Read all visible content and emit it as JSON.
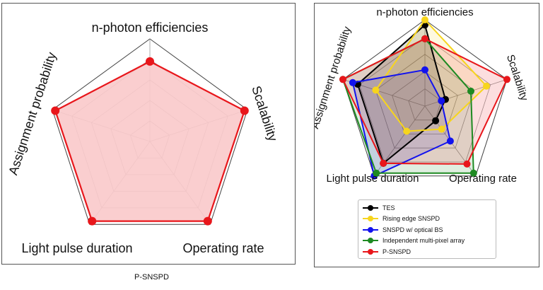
{
  "chart_data": [
    {
      "type": "radar",
      "axes": [
        "n-photon efficiencies",
        "Scalability",
        "Operating rate",
        "Light pulse duration",
        "Assignment probability"
      ],
      "levels": 5,
      "range": [
        0,
        1
      ],
      "grid": true,
      "series": [
        {
          "values": [
            0.78,
            0.97,
            0.96,
            0.96,
            0.97
          ],
          "color": "#e8161b",
          "fill": "#f9c9ca"
        }
      ]
    },
    {
      "type": "radar",
      "axes": [
        "n-photon efficiencies",
        "Scalability",
        "Operating rate",
        "Light pulse duration",
        "Assignment probability"
      ],
      "levels": 5,
      "range": [
        0,
        1
      ],
      "grid": true,
      "legend": "bottom-center",
      "series": [
        {
          "name": "TES",
          "values": [
            0.94,
            0.25,
            0.21,
            0.82,
            0.82
          ],
          "color": "#000000"
        },
        {
          "name": "Rising edge SNSPD",
          "values": [
            1.0,
            0.75,
            0.33,
            0.36,
            0.6
          ],
          "color": "#f7d51d"
        },
        {
          "name": "SNSPD w/ optical BS",
          "values": [
            0.42,
            0.2,
            0.5,
            1.0,
            0.88
          ],
          "color": "#1212ee"
        },
        {
          "name": "Independent multi-pixel array",
          "values": [
            0.78,
            0.56,
            0.96,
            0.96,
            1.0
          ],
          "color": "#1e8a22"
        },
        {
          "name": "P-SNSPD",
          "values": [
            0.78,
            1.0,
            0.83,
            0.82,
            1.0
          ],
          "color": "#e8161b"
        }
      ]
    }
  ],
  "caption": "P-SNSPD"
}
